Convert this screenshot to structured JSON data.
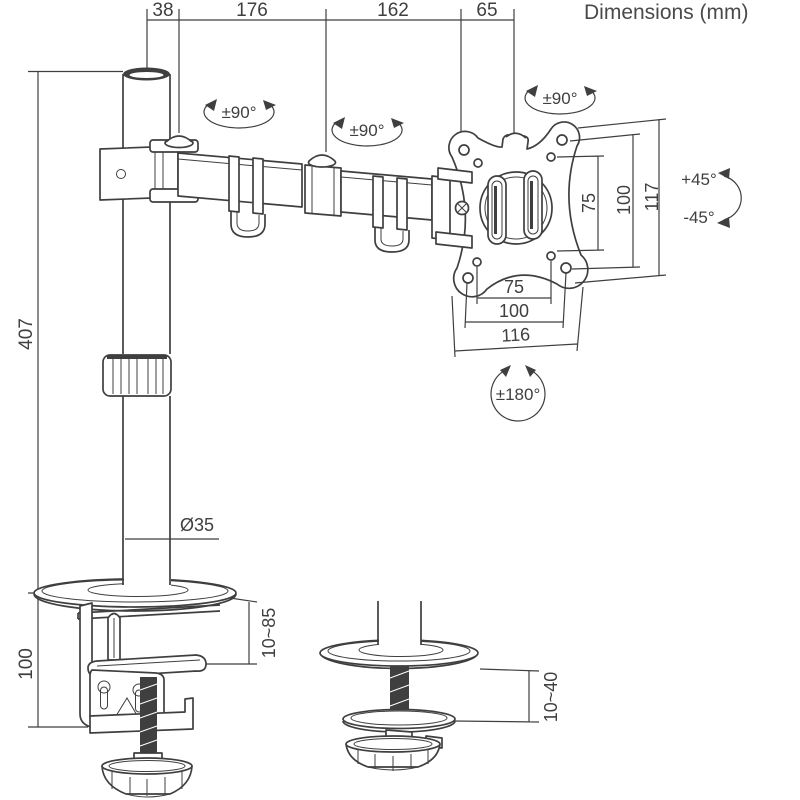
{
  "title": "Dimensions (mm)",
  "colors": {
    "line": "#3f3f3f",
    "background": "#ffffff"
  },
  "top_dimensions": {
    "pole_offset": "38",
    "arm_segment_1": "176",
    "arm_segment_2": "162",
    "head_offset": "65"
  },
  "side_dimensions": {
    "pole_height": "407",
    "clamp_height": "100",
    "pole_diameter": "Ø35"
  },
  "rotations": {
    "joint_pole": "±90°",
    "joint_mid": "±90°",
    "joint_head": "±90°",
    "head_rotation": "±180°",
    "tilt_up": "+45°",
    "tilt_down": "-45°"
  },
  "vesa": {
    "hole_spacing_v": "75",
    "hole_spacing_v_outer": "100",
    "plate_height": "117",
    "hole_spacing_h": "75",
    "hole_spacing_h_outer": "100",
    "plate_width": "116"
  },
  "clamp": {
    "desk_thickness": "10~85"
  },
  "grommet": {
    "desk_thickness": "10~40"
  }
}
